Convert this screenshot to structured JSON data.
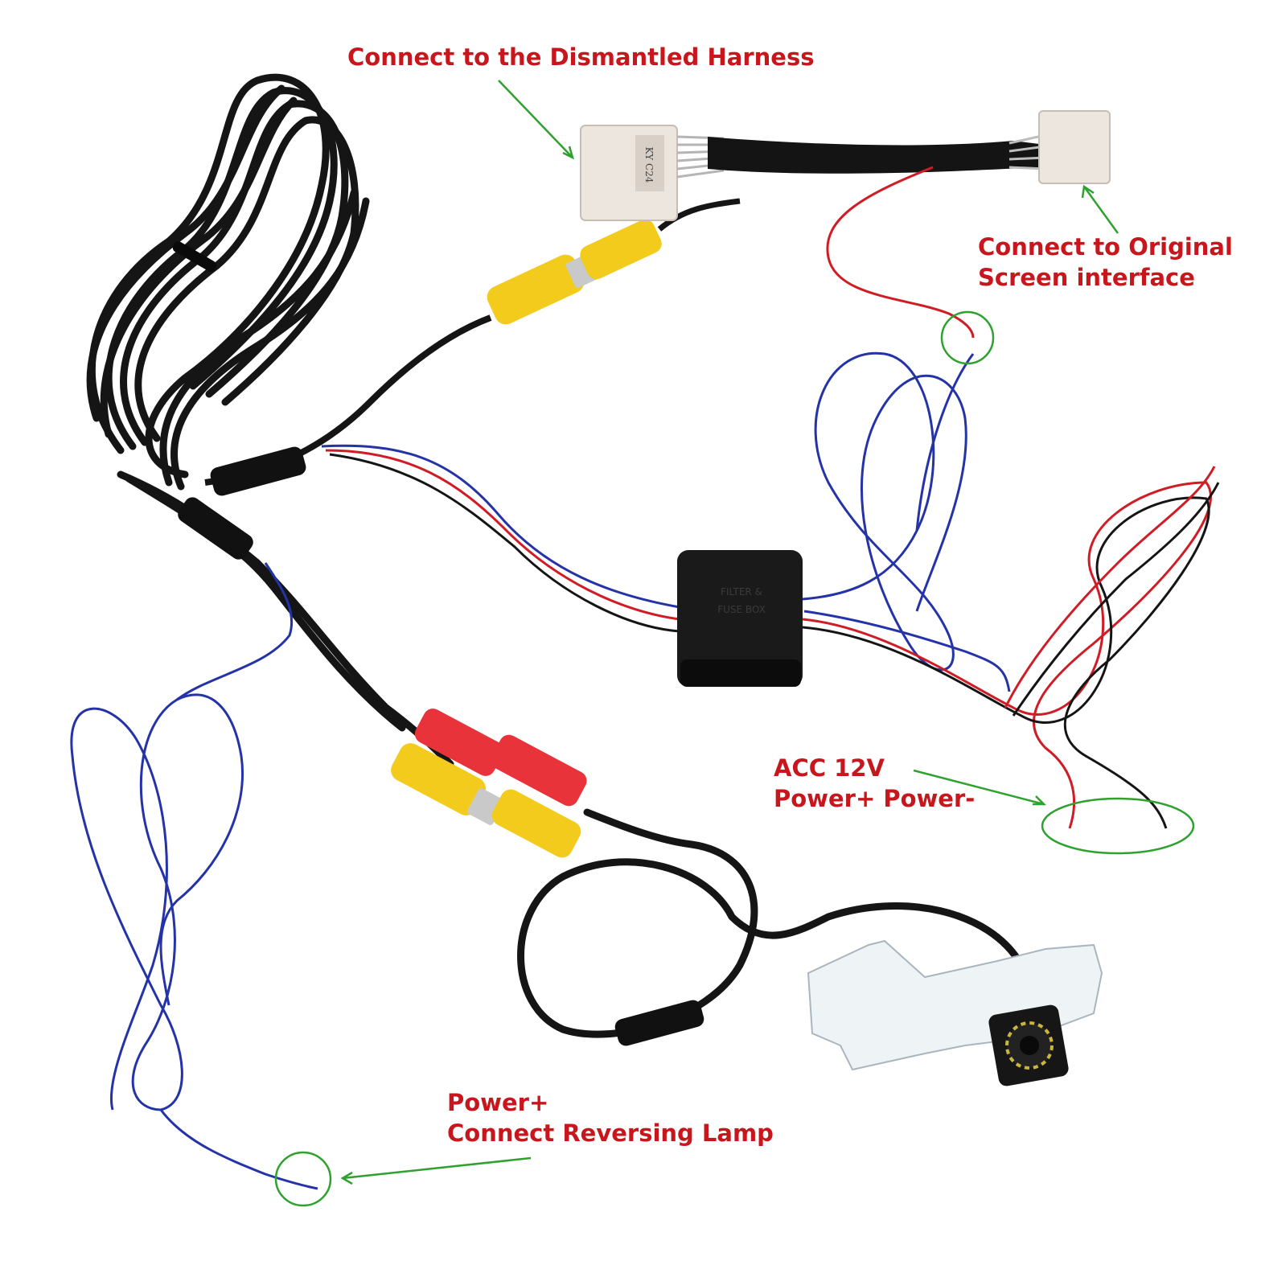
{
  "labels": {
    "dismantled_harness": "Connect to the Dismantled Harness",
    "original_screen_line1": "Connect to Original",
    "original_screen_line2": "Screen interface",
    "acc_line1": "ACC 12V",
    "acc_line2": "Power+ Power-",
    "lamp_line1": "Power+",
    "lamp_line2": "Connect Reversing Lamp"
  },
  "parts": {
    "harness_plug_text": "KY C24",
    "filter_box_line1": "FILTER &",
    "filter_box_line2": "FUSE BOX"
  },
  "colors": {
    "label": "#c8161d",
    "arrow": "#2fa12f",
    "wire_black": "#151515",
    "wire_red": "#d01c25",
    "wire_blue": "#2433a8",
    "rca_yellow": "#f2cb1c",
    "rca_red": "#e8333a"
  }
}
